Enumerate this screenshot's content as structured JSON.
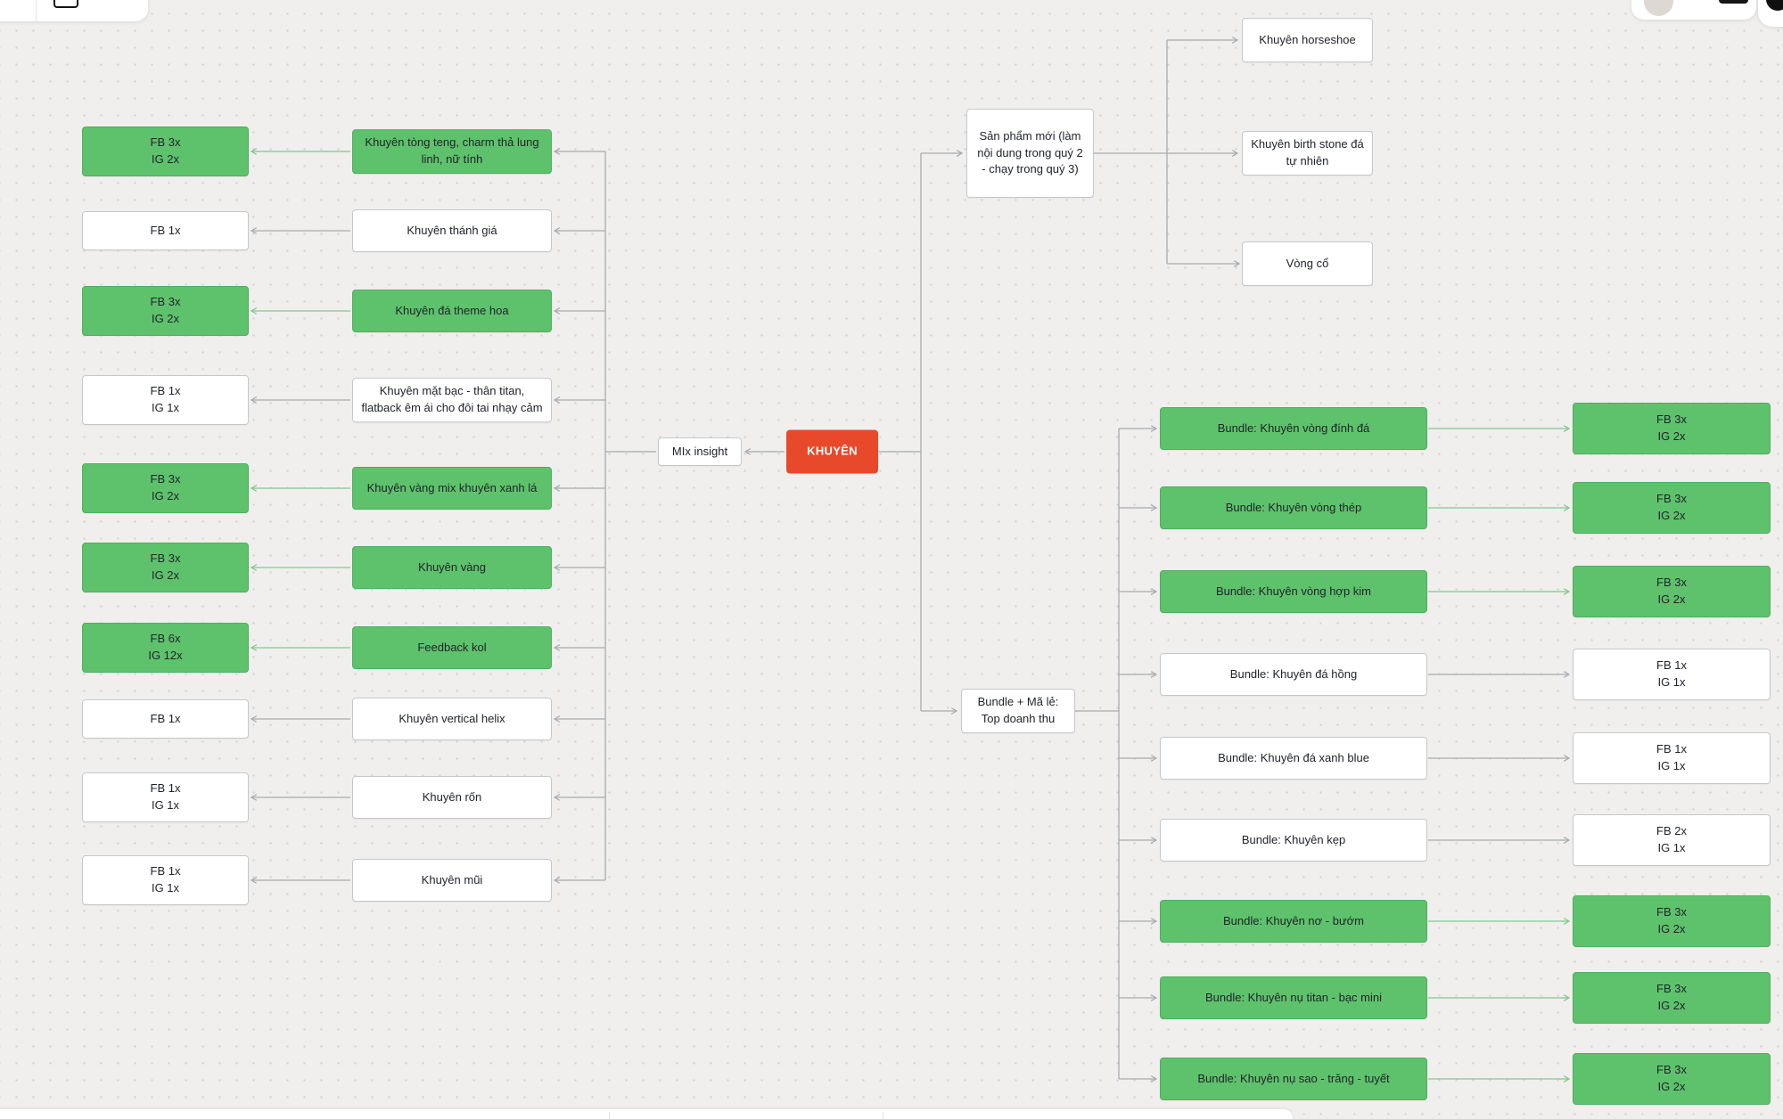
{
  "root": {
    "label": "KHUYÊN"
  },
  "hub": {
    "label": "MIx insight"
  },
  "left_rows": [
    {
      "metric": [
        "FB 3x",
        "IG 2x"
      ],
      "product": "Khuyên tòng teng, charm thả lung linh, nữ tính",
      "green": true
    },
    {
      "metric": [
        "FB 1x"
      ],
      "product": "Khuyên thánh giá",
      "green": false
    },
    {
      "metric": [
        "FB 3x",
        "IG 2x"
      ],
      "product": "Khuyên đá theme hoa",
      "green": true
    },
    {
      "metric": [
        "FB 1x",
        "IG 1x"
      ],
      "product": "Khuyên mặt bạc - thân titan, flatback êm ái cho đôi tai nhạy cảm",
      "green": false
    },
    {
      "metric": [
        "FB 3x",
        "IG 2x"
      ],
      "product": "Khuyên vàng mix khuyên xanh lá",
      "green": true
    },
    {
      "metric": [
        "FB 3x",
        "IG 2x"
      ],
      "product": "Khuyên vàng",
      "green": true
    },
    {
      "metric": [
        "FB 6x",
        "IG 12x"
      ],
      "product": "Feedback kol",
      "green": true
    },
    {
      "metric": [
        "FB 1x"
      ],
      "product": "Khuyên vertical helix",
      "green": false
    },
    {
      "metric": [
        "FB 1x",
        "IG 1x"
      ],
      "product": "Khuyên rốn",
      "green": false
    },
    {
      "metric": [
        "FB 1x",
        "IG 1x"
      ],
      "product": "Khuyên mũi",
      "green": false
    }
  ],
  "new_products": {
    "label": "Sản phẩm mới (làm nội dung trong quý 2 - chạy trong quý 3)",
    "children": [
      "Khuyên horseshoe",
      "Khuyên birth stone đá tự nhiên",
      "Vòng cổ"
    ]
  },
  "bundles": {
    "label": "Bundle + Mã lẻ: Top doanh thu",
    "rows": [
      {
        "name": "Bundle: Khuyên vòng đính đá",
        "green": true,
        "metric": [
          "FB 3x",
          "IG 2x"
        ]
      },
      {
        "name": "Bundle: Khuyên vòng thép",
        "green": true,
        "metric": [
          "FB 3x",
          "IG 2x"
        ]
      },
      {
        "name": "Bundle: Khuyên vòng hợp kim",
        "green": true,
        "metric": [
          "FB 3x",
          "IG 2x"
        ]
      },
      {
        "name": "Bundle: Khuyên đá hồng",
        "green": false,
        "metric": [
          "FB 1x",
          "IG 1x"
        ]
      },
      {
        "name": "Bundle: Khuyên đá xanh blue",
        "green": false,
        "metric": [
          "FB 1x",
          "IG 1x"
        ]
      },
      {
        "name": "Bundle: Khuyên kẹp",
        "green": false,
        "metric": [
          "FB 2x",
          "IG 1x"
        ]
      },
      {
        "name": "Bundle: Khuyên nơ - bướm",
        "green": true,
        "metric": [
          "FB 3x",
          "IG 2x"
        ]
      },
      {
        "name": "Bundle: Khuyên nụ titan - bạc mini",
        "green": true,
        "metric": [
          "FB 3x",
          "IG 2x"
        ]
      },
      {
        "name": "Bundle: Khuyên nụ sao - trăng - tuyết",
        "green": true,
        "metric": [
          "FB 3x",
          "IG 2x"
        ]
      }
    ]
  },
  "colors": {
    "canvas_bg": "#f0efed",
    "dot": "#d3d3d0",
    "text": "#20242a",
    "green_fill": "#5ec26c",
    "green_border": "#4db05d",
    "white_fill": "#ffffff",
    "white_border": "#c5c8cb",
    "root_fill": "#e8492a",
    "line_gray": "#a7abb0",
    "line_green": "#80c78e"
  }
}
